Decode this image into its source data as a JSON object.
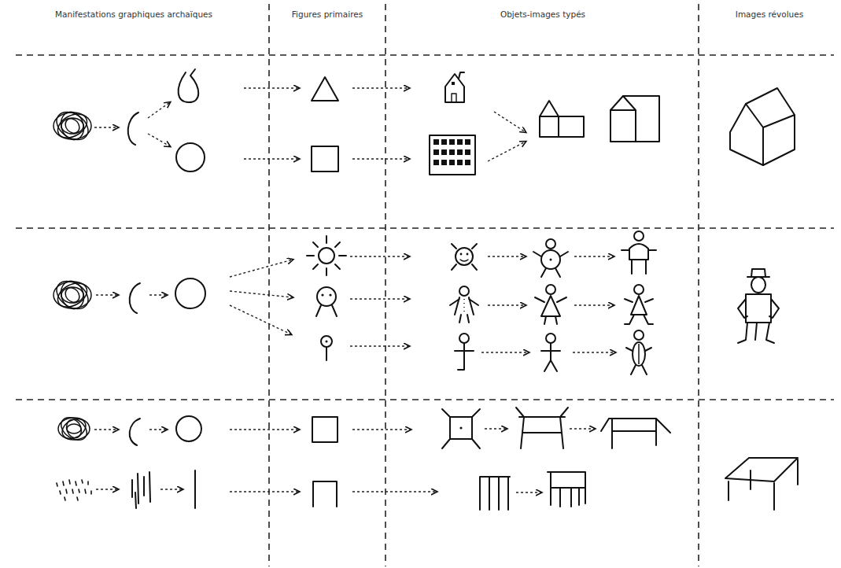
{
  "diagram": {
    "labels": [
      "Manifestations graphiques archaïques",
      "Figures primaires",
      "Objets-images typés",
      "Images révolues"
    ]
  }
}
